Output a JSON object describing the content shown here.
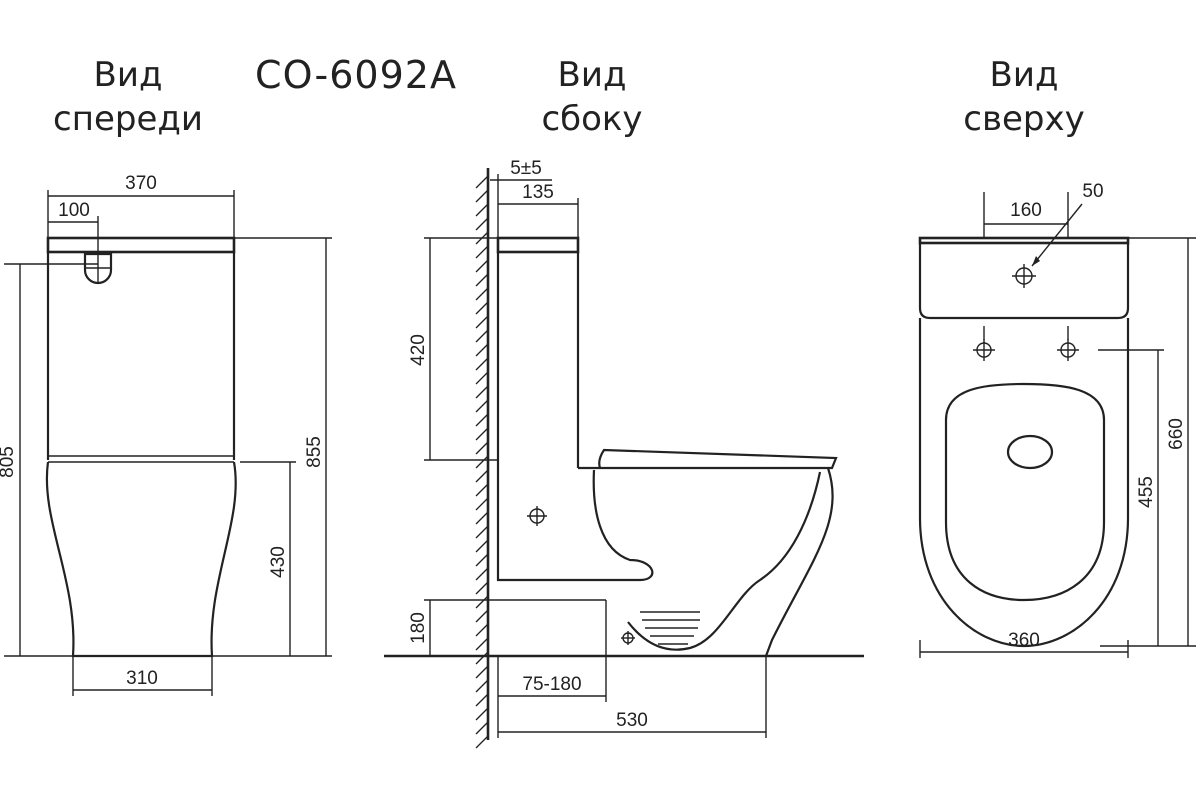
{
  "model": "CO-6092A",
  "views": {
    "front": {
      "title_line1": "Вид",
      "title_line2": "спереди"
    },
    "side": {
      "title_line1": "Вид",
      "title_line2": "сбоку"
    },
    "top": {
      "title_line1": "Вид",
      "title_line2": "сверху"
    }
  },
  "dimensions": {
    "front": {
      "width_total": "370",
      "button_offset": "100",
      "base_width": "310",
      "height_inlet": "805",
      "height_total": "855",
      "bowl_height": "430"
    },
    "side": {
      "wall_gap": "5±5",
      "tank_depth": "135",
      "tank_height": "420",
      "outlet_height": "180",
      "outlet_distance": "75-180",
      "depth_total": "530"
    },
    "top": {
      "mount_hole": "50",
      "bolt_spacing": "160",
      "length_total": "660",
      "bolt_to_front": "455",
      "width_total": "360"
    }
  }
}
